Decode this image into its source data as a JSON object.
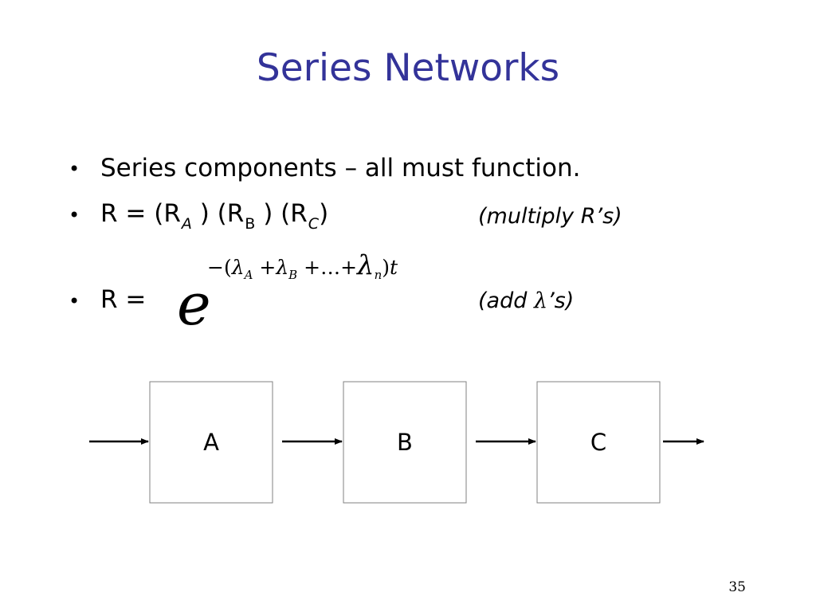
{
  "slide": {
    "title": "Series Networks",
    "page_number": "35"
  },
  "bullets": [
    {
      "text": "Series components – all must function."
    },
    {
      "prefix": "R = (R",
      "sub_a": "A",
      "mid1": " ) (R",
      "sub_b": "B",
      "mid2": " ) (R",
      "sub_c": "C",
      "suffix": ")",
      "note": "(multiply R’s)"
    },
    {
      "text": "R =",
      "note_before": "(add ",
      "note_symbol": "λ",
      "note_after": "’s)"
    }
  ],
  "formula": {
    "base": "e",
    "exponent": {
      "open": "−(",
      "lambda": "λ",
      "sub_a": "A",
      "plus1": " +",
      "sub_b": "B",
      "plus_ellipsis": " +…+",
      "sub_n": "n",
      "close": ")",
      "var": "t"
    }
  },
  "diagram": {
    "nodes": [
      "A",
      "B",
      "C"
    ],
    "stroke_color": "#000000",
    "box_border_color": "#808080"
  },
  "colors": {
    "title": "#333399",
    "text": "#000000",
    "background": "#ffffff"
  }
}
